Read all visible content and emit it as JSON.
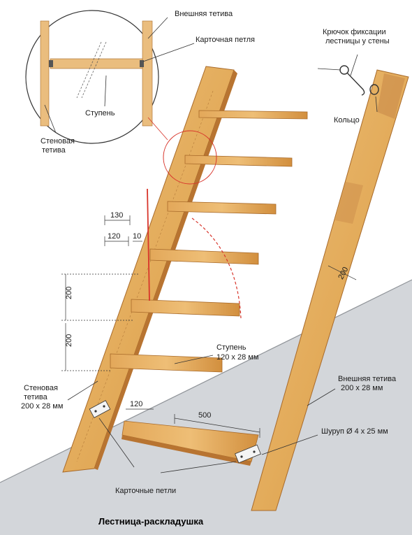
{
  "caption": "Лестница-раскладушка",
  "labels": {
    "outer_stringer_inset": "Внешняя тетива",
    "card_hinge": "Карточная петля",
    "step_inset": "Ступень",
    "wall_stringer_inset_1": "Стеновая",
    "wall_stringer_inset_2": "тетива",
    "hook_1": "Крючок фиксации",
    "hook_2": "лестницы у стены",
    "ring": "Кольцо",
    "step_1": "Ступень",
    "step_2": "120 х 28 мм",
    "wall_stringer_1": "Стеновая",
    "wall_stringer_2": "тетива",
    "wall_stringer_3": "200 х 28 мм",
    "outer_stringer_1": "Внешняя тетива",
    "outer_stringer_2": "200 х 28 мм",
    "screw": "Шуруп Ø 4 х 25 мм",
    "card_hinges": "Карточные петли"
  },
  "dimensions": {
    "d130": "130",
    "d120_top": "120",
    "d10": "10",
    "d200_upper": "200",
    "d200_lower": "200",
    "d120_bottom": "120",
    "d500": "500",
    "d200_outer": "200"
  },
  "colors": {
    "wood_light": "#e8b56a",
    "wood_mid": "#d79a4c",
    "wood_dark": "#b87431",
    "floor": "#d4d7db",
    "accent_red": "#d8352b"
  }
}
